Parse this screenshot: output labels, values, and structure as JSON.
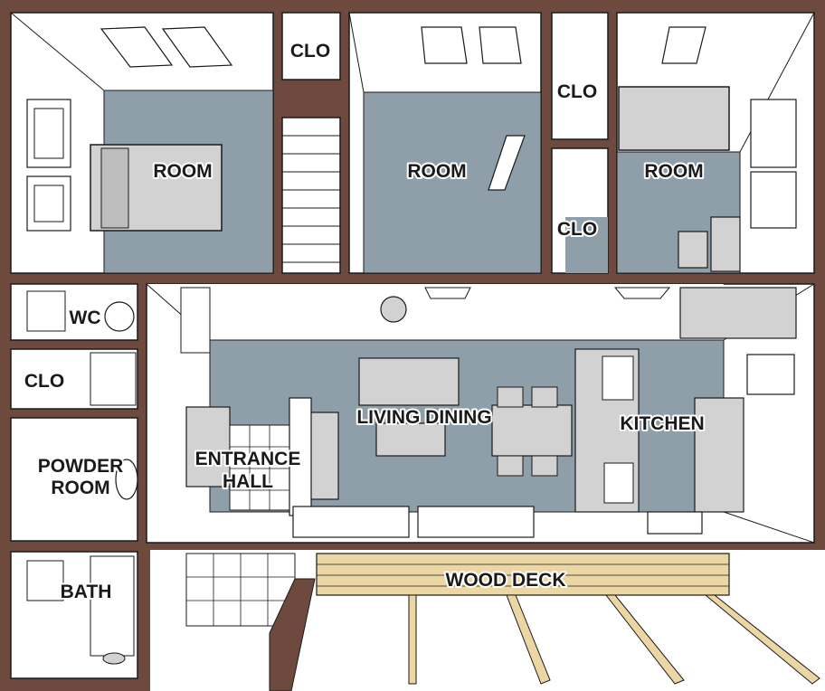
{
  "colors": {
    "wall": "#6e4a3e",
    "floor": "#8e9fa9",
    "wall_face": "#ffffff",
    "outline": "#1a1a1a",
    "deck": "#ecd7a4",
    "furniture": "#d2d2d2"
  },
  "rooms": {
    "room_left": "ROOM",
    "clo_top": "CLO",
    "room_center": "ROOM",
    "clo_upper_right": "CLO",
    "clo_lower_right": "CLO",
    "room_right": "ROOM",
    "wc": "WC",
    "clo_left": "CLO",
    "powder_room_line1": "POWDER",
    "powder_room_line2": "ROOM",
    "bath": "BATH",
    "entrance_hall_line1": "ENTRANCE",
    "entrance_hall_line2": "HALL",
    "living_dining": "LIVING DINING",
    "kitchen": "KITCHEN",
    "wood_deck": "WOOD DECK"
  }
}
